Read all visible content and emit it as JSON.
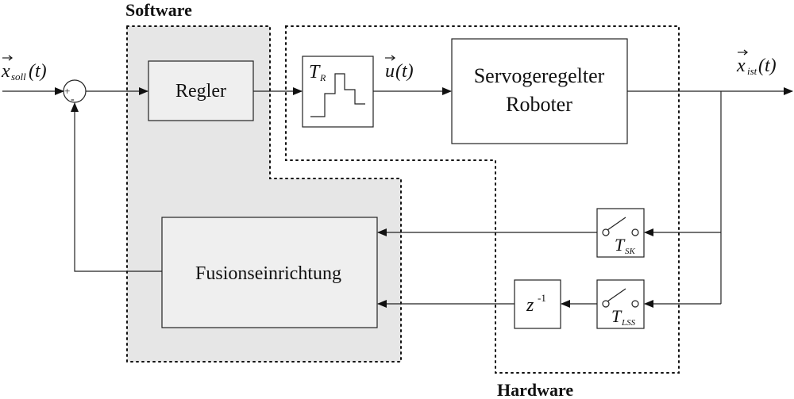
{
  "labels": {
    "software": "Software",
    "hardware": "Hardware"
  },
  "blocks": {
    "regler": "Regler",
    "servo_line1": "Servogeregelter",
    "servo_line2": "Roboter",
    "fusion": "Fusionseinrichtung",
    "delay_base": "z",
    "delay_exp": "-1"
  },
  "signals": {
    "x_soll": {
      "symbol": "x",
      "sub": "soll",
      "arg": "(t)"
    },
    "x_ist": {
      "symbol": "x",
      "sub": "ist",
      "arg": "(t)"
    },
    "u": {
      "symbol": "u",
      "arg": "(t)"
    }
  },
  "samplers": {
    "tr": {
      "symbol": "T",
      "sub": "R"
    },
    "tsk": {
      "symbol": "T",
      "sub": "SK"
    },
    "tlss": {
      "symbol": "T",
      "sub": "LSS"
    }
  },
  "summing": {
    "plus": "+",
    "minus": "-"
  }
}
